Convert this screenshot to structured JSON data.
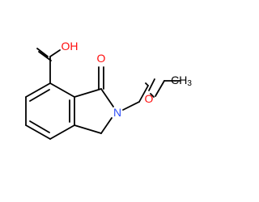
{
  "molecule": {
    "atoms": [
      {
        "id": "oh",
        "text": "OH",
        "color": "#ff0d0d"
      },
      {
        "id": "o-carbonyl",
        "text": "O",
        "color": "#ff0d0d"
      },
      {
        "id": "n",
        "text": "N",
        "color": "#3050f8"
      },
      {
        "id": "o-ether",
        "text": "O",
        "color": "#ff0d0d"
      },
      {
        "id": "ch3",
        "text": "CH",
        "sub": "3",
        "color": "#000000"
      }
    ],
    "bond_color": "#000000"
  }
}
